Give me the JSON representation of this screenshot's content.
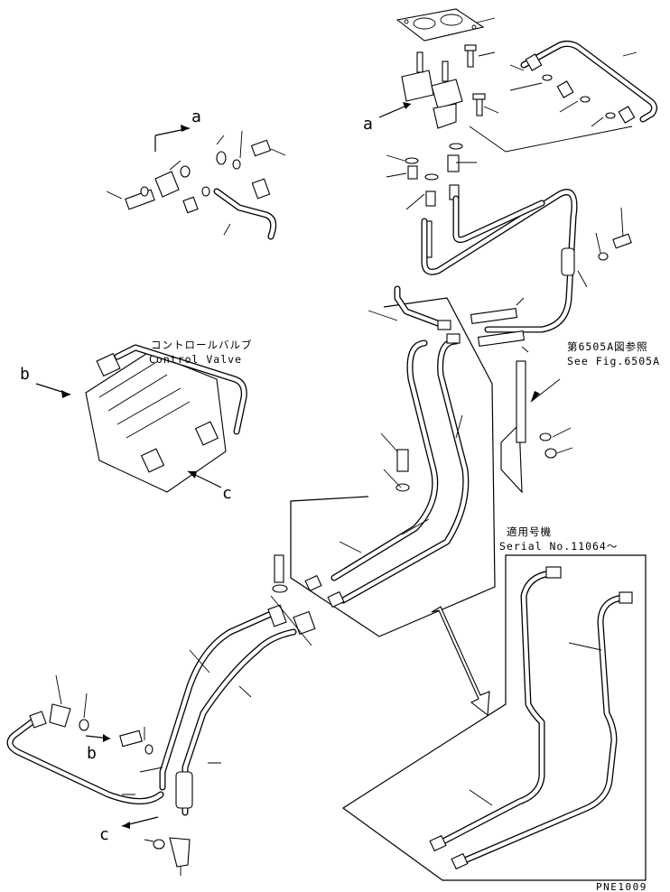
{
  "callouts": {
    "a_left": "a",
    "a_top": "a",
    "b_valve": "b",
    "c_valve": "c",
    "b_bottom": "b",
    "c_bottom": "c"
  },
  "notes": {
    "control_valve_jp": "コントロールバルブ",
    "control_valve_en": "Control Valve",
    "fig_ref_jp": "第6505A図参照",
    "fig_ref_en": "See Fig.6505A",
    "serial_jp": "適用号機",
    "serial_en": "Serial No.11064〜"
  },
  "drawing_code": "PNE1009"
}
